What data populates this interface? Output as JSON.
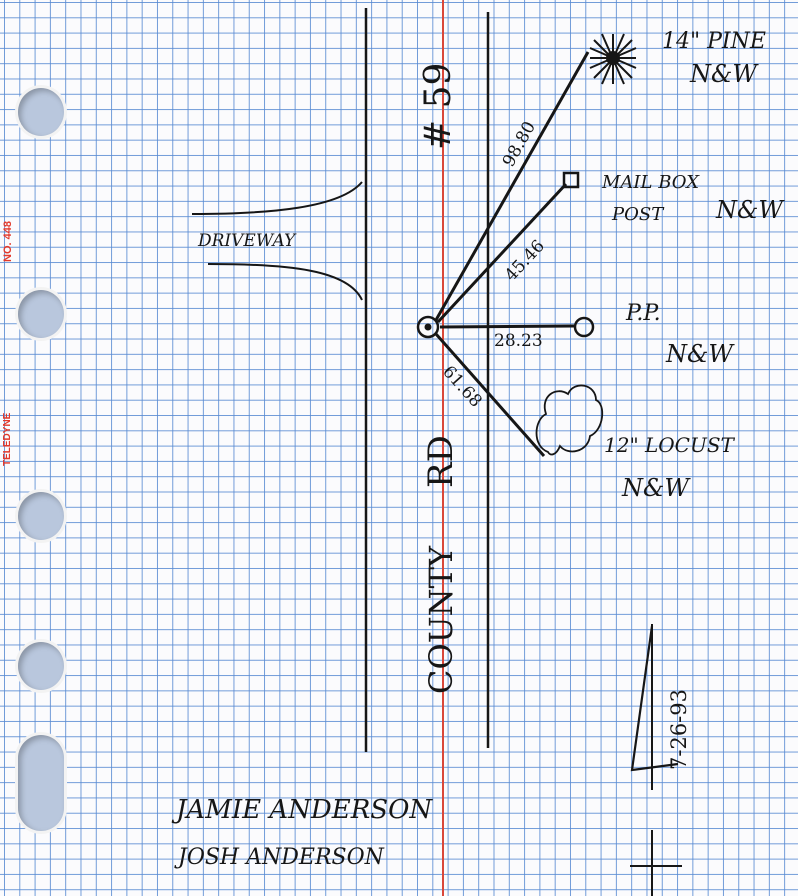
{
  "paper": {
    "product_number": "NO. 448",
    "brand": "TELEDYNE"
  },
  "sketch": {
    "driveway_label": "DRIVEWAY",
    "road_label_number": "# 59",
    "road_label_rd": "RD",
    "road_label_county": "COUNTY",
    "references": [
      {
        "object": "14\" PINE",
        "note": "N&W",
        "distance": "98.80"
      },
      {
        "object": "MAIL BOX",
        "object_line2": "POST",
        "note": "N&W",
        "distance": "45.46"
      },
      {
        "object": "P.P.",
        "note": "N&W",
        "distance": "28.23"
      },
      {
        "object": "12\" LOCUST",
        "note": "N&W",
        "distance": "61.68"
      }
    ],
    "date": "7-26-93",
    "names": [
      "JAMIE ANDERSON",
      "JOSH ANDERSON"
    ]
  },
  "colors": {
    "grid": "#588ad2",
    "margin_rule": "#d9473a",
    "ink": "#161616",
    "side_print": "#e2392b"
  }
}
